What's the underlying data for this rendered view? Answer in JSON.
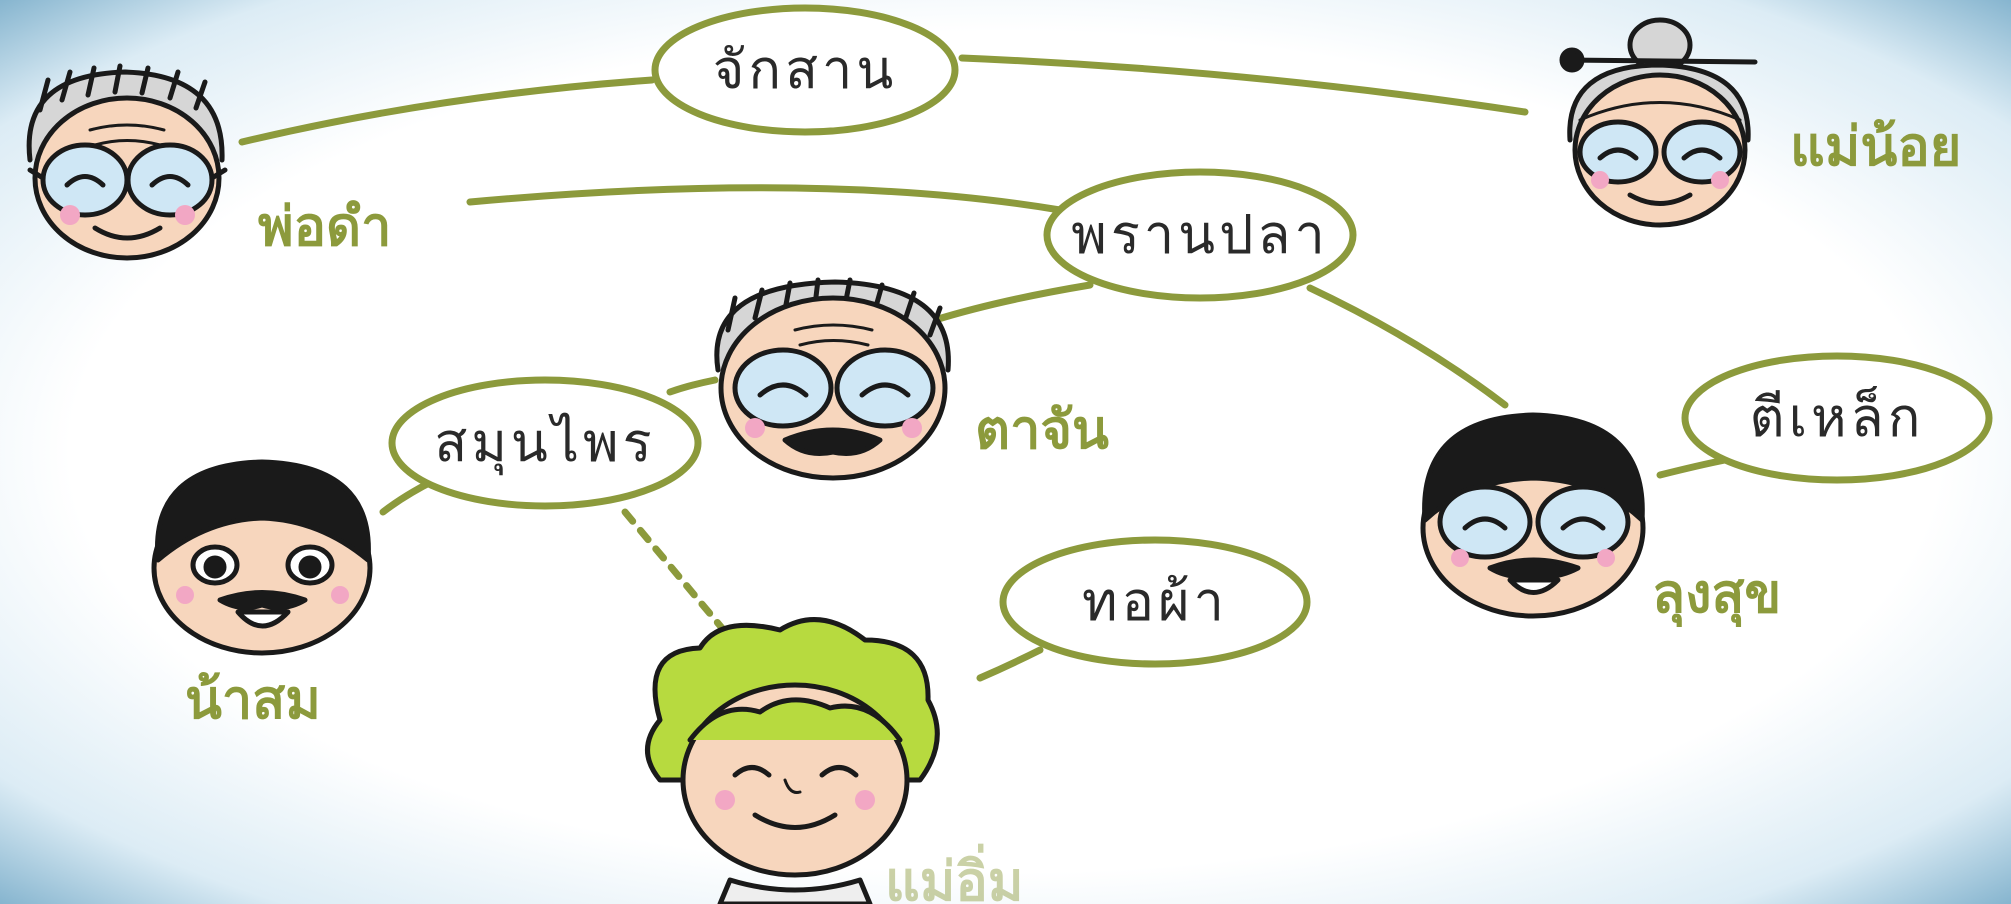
{
  "diagram": {
    "colors": {
      "line": "#8c9a3c",
      "name": "#8c9a3c",
      "frame": "#7fb3cf"
    },
    "skills": [
      {
        "id": "jaksan",
        "label": "จักสาน"
      },
      {
        "id": "pranpla",
        "label": "พรานปลา"
      },
      {
        "id": "samunprai",
        "label": "สมุนไพร"
      },
      {
        "id": "teelek",
        "label": "ตีเหล็ก"
      },
      {
        "id": "thopha",
        "label": "ทอผ้า"
      }
    ],
    "people": [
      {
        "id": "phodam",
        "name": "พ่อดำ"
      },
      {
        "id": "maenoi",
        "name": "แม่น้อย"
      },
      {
        "id": "tajan",
        "name": "ตาจัน"
      },
      {
        "id": "nasom",
        "name": "น้าสม"
      },
      {
        "id": "lungsuk",
        "name": "ลุงสุข"
      },
      {
        "id": "maeim",
        "name": "แม่อิ่ม"
      }
    ]
  }
}
